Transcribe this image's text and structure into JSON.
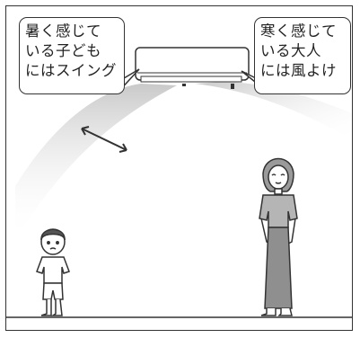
{
  "left_bubble": {
    "lines": [
      "暑く感じて",
      "いる子ども",
      "にはスイング"
    ]
  },
  "right_bubble": {
    "lines": [
      "寒く感じて",
      "いる大人",
      "には風よけ"
    ]
  },
  "colors": {
    "airflow_gray": "#cfcfcf",
    "outline": "#333333",
    "skin": "#ffffff"
  }
}
